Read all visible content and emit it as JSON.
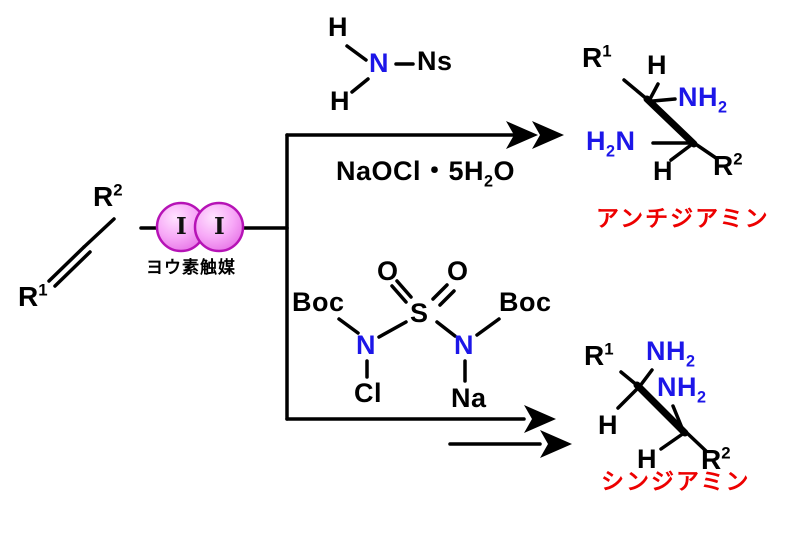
{
  "colors": {
    "nitrogen_blue": "#1c16e8",
    "label_red": "#ed0000",
    "bond_black": "#000000",
    "catalyst_pink": "#f7a8f7",
    "catalyst_stroke": "#b613b6"
  },
  "substrate": {
    "r1": {
      "base": "R",
      "sup": "1"
    },
    "r2": {
      "base": "R",
      "sup": "2"
    }
  },
  "catalyst": {
    "atom_left": "I",
    "atom_right": "I",
    "label": "ヨウ素触媒"
  },
  "top_branch": {
    "amine": {
      "h_top": "H",
      "n": "N",
      "group": "Ns",
      "h_bottom": "H"
    },
    "oxidant": {
      "pre": "NaOCl・5H",
      "sub": "2",
      "post": "O"
    },
    "product": {
      "r1": {
        "base": "R",
        "sup": "1"
      },
      "h_top": "H",
      "nh2_right": {
        "base": "NH",
        "sub": "2"
      },
      "h2n_left": {
        "pre": "H",
        "sub": "2",
        "post": "N"
      },
      "h_bottom": "H",
      "r2": {
        "base": "R",
        "sup": "2"
      }
    },
    "product_label": "アンチジアミン"
  },
  "bottom_branch": {
    "reagent": {
      "boc_left": "Boc",
      "o_left": "O",
      "o_right": "O",
      "boc_right": "Boc",
      "s": "S",
      "n_left": "N",
      "n_right": "N",
      "cl": "Cl",
      "na": "Na"
    },
    "product": {
      "r1": {
        "base": "R",
        "sup": "1"
      },
      "nh2_upper": {
        "base": "NH",
        "sub": "2"
      },
      "nh2_lower": {
        "base": "NH",
        "sub": "2"
      },
      "h_left": "H",
      "h_bottom": "H",
      "r2": {
        "base": "R",
        "sup": "2"
      }
    },
    "product_label": "シンジアミン"
  }
}
